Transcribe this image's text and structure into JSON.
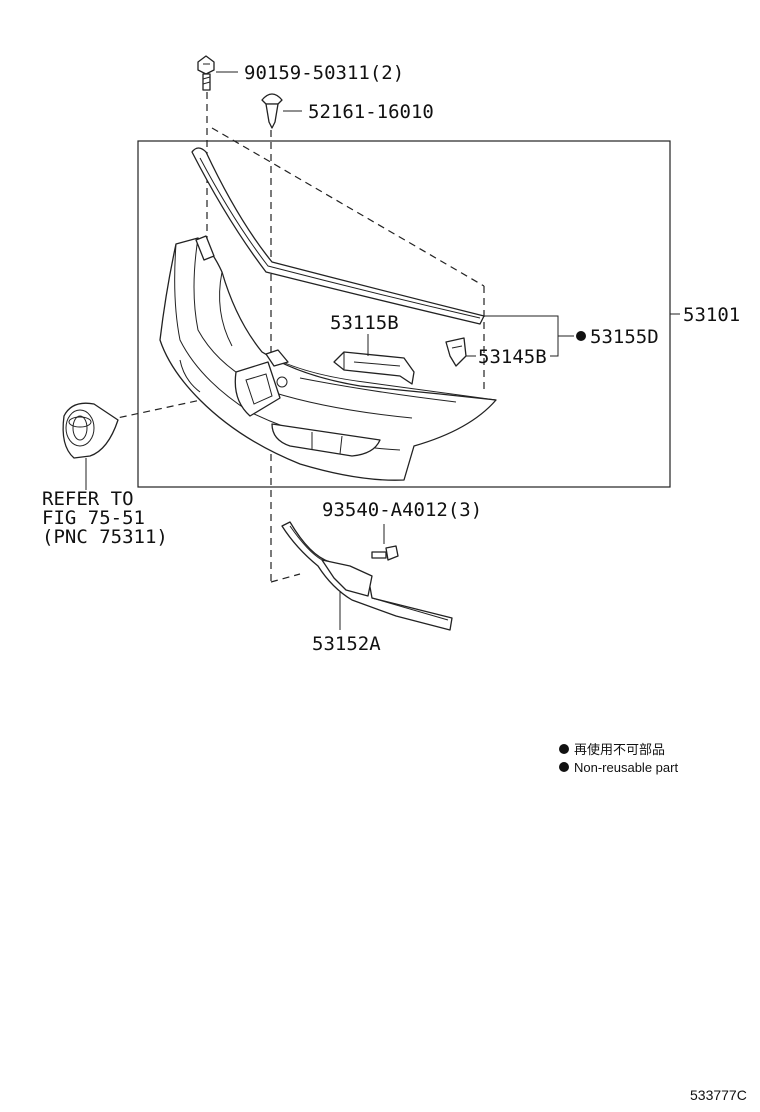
{
  "parts": {
    "bolt": "90159-50311(2)",
    "clip": "52161-16010",
    "assembly": "53101",
    "upper_part": "53115B",
    "bracket_clip": "53145B",
    "seal": "53155D",
    "screw": "93540-A4012(3)",
    "lower_bracket": "53152A"
  },
  "reference": {
    "line1": "REFER TO",
    "line2": "FIG 75-51",
    "line3": "(PNC 75311)"
  },
  "legend": {
    "jp": "再使用不可部品",
    "en": "Non-reusable part"
  },
  "diagram_code": "533777C",
  "colors": {
    "ink": "#222222",
    "bg": "#ffffff"
  }
}
